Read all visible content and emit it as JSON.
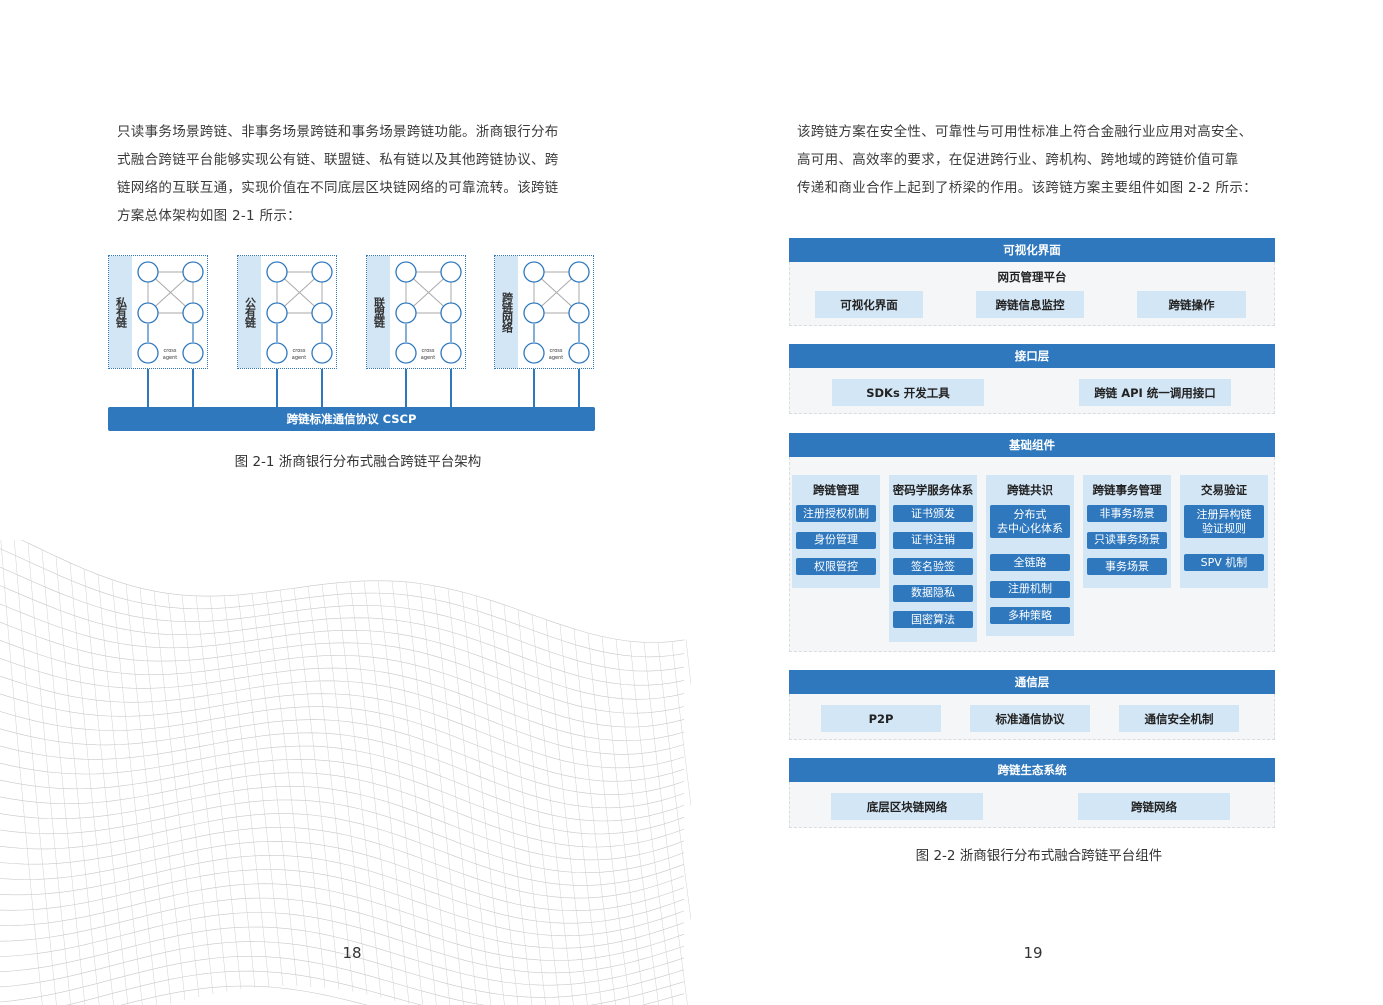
{
  "left_page": {
    "paragraph": [
      "只读事务场景跨链、非事务场景跨链和事务场景跨链功能。浙商银行分布",
      "式融合跨链平台能够实现公有链、联盟链、私有链以及其他跨链协议、跨",
      "链网络的互联互通，实现价值在不同底层区块链网络的可靠流转。该跨链",
      "方案总体架构如图 2-1 所示："
    ],
    "figure": {
      "chains": [
        "私有链",
        "公有链",
        "联盟链",
        "跨链网络"
      ],
      "agent_label": "cross agent",
      "protocol_bar": "跨链标准通信协议 CSCP",
      "caption": "图 2-1  浙商银行分布式融合跨链平台架构"
    },
    "page_number": "18"
  },
  "right_page": {
    "paragraph": [
      "该跨链方案在安全性、可靠性与可用性标准上符合金融行业应用对高安全、",
      "高可用、高效率的要求，在促进跨行业、跨机构、跨地域的跨链价值可靠",
      "传递和商业合作上起到了桥梁的作用。该跨链方案主要组件如图 2-2 所示："
    ],
    "figure": {
      "visual": {
        "header": "可视化界面",
        "subtitle": "网页管理平台",
        "items": [
          "可视化界面",
          "跨链信息监控",
          "跨链操作"
        ]
      },
      "interface": {
        "header": "接口层",
        "items": [
          "SDKs 开发工具",
          "跨链 API 统一调用接口"
        ]
      },
      "base": {
        "header": "基础组件",
        "columns": [
          {
            "title": "跨链管理",
            "items": [
              "注册授权机制",
              "身份管理",
              "权限管控"
            ]
          },
          {
            "title": "密码学服务体系",
            "items": [
              "证书颁发",
              "证书注销",
              "签名验签",
              "数据隐私",
              "国密算法"
            ]
          },
          {
            "title": "跨链共识",
            "items": [
              "分布式\n去中心化体系",
              "全链路",
              "注册机制",
              "多种策略"
            ]
          },
          {
            "title": "跨链事务管理",
            "items": [
              "非事务场景",
              "只读事务场景",
              "事务场景"
            ]
          },
          {
            "title": "交易验证",
            "items": [
              "注册异构链\n验证规则",
              "SPV 机制"
            ]
          }
        ]
      },
      "comm": {
        "header": "通信层",
        "items": [
          "P2P",
          "标准通信协议",
          "通信安全机制"
        ]
      },
      "eco": {
        "header": "跨链生态系统",
        "items": [
          "底层区块链网络",
          "跨链网络"
        ]
      },
      "caption": "图 2-2  浙商银行分布式融合跨链平台组件"
    },
    "page_number": "19"
  },
  "colors": {
    "primary": "#2f78be",
    "light": "#d3e6f6",
    "panel": "#f4f6f8"
  }
}
